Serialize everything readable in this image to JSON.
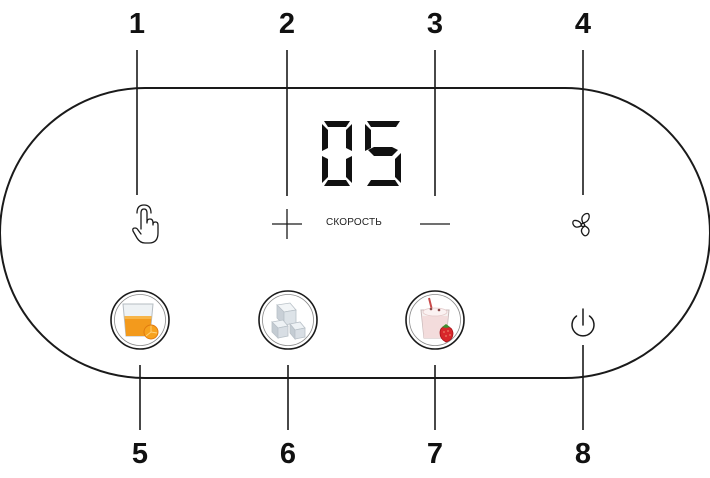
{
  "panel": {
    "display_value": "05",
    "speed_label": "СКОРОСТЬ"
  },
  "callouts": [
    {
      "number": "1",
      "icon": "touch-icon"
    },
    {
      "number": "2",
      "icon": "plus-icon"
    },
    {
      "number": "3",
      "icon": "minus-icon"
    },
    {
      "number": "4",
      "icon": "fan-icon"
    },
    {
      "number": "5",
      "icon": "orange-juice-glass-icon"
    },
    {
      "number": "6",
      "icon": "ice-cubes-icon"
    },
    {
      "number": "7",
      "icon": "strawberry-smoothie-icon"
    },
    {
      "number": "8",
      "icon": "power-icon"
    }
  ],
  "colors": {
    "outline": "#1a1a1a",
    "display_segments": "#111111",
    "juice": "#f39a1c",
    "ice": "#d7dde3",
    "smoothie": "#f3dcdc",
    "strawberry": "#d8262b",
    "straw": "#c94a4a"
  }
}
